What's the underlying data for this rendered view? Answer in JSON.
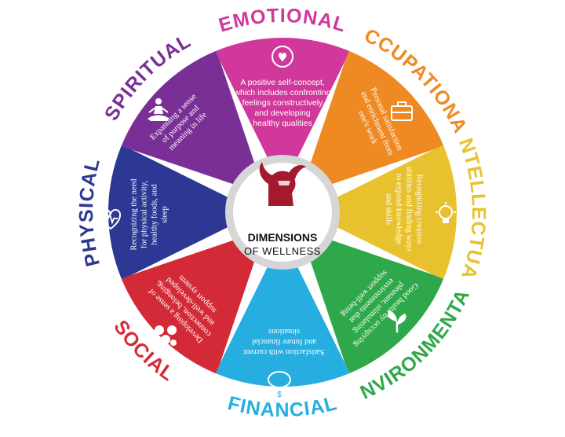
{
  "center": {
    "title": "DIMENSIONS",
    "subtitle": "OF WELLNESS",
    "logo_icon": "viking-helmet-logo"
  },
  "dimensions": [
    {
      "key": "emotional",
      "label": "EMOTIONAL",
      "color": "#d0399b",
      "icon": "head-heart-icon",
      "desc": [
        "A positive self-concept,",
        "which includes confronting",
        "feelings constructively",
        "and developing",
        "healthy qualities"
      ]
    },
    {
      "key": "occupational",
      "label": "OCCUPATIONAL",
      "color": "#ef8a22",
      "icon": "briefcase-icon",
      "desc": [
        "Personal satisfaction",
        "and enrichment from",
        "one's work"
      ]
    },
    {
      "key": "intellectual",
      "label": "INTELLECTUAL",
      "color": "#e8c22e",
      "icon": "lightbulb-icon",
      "desc": [
        "Recognizing creative",
        "abilities and finding ways",
        "to expand knowledge",
        "and skills"
      ]
    },
    {
      "key": "environmental",
      "label": "ENVIRONMENTAL",
      "color": "#2ea84a",
      "icon": "sprout-icon",
      "desc": [
        "Good health by occupying",
        "pleasant, stimulating",
        "environments that",
        "support well-being"
      ]
    },
    {
      "key": "financial",
      "label": "FINANCIAL",
      "color": "#27aee0",
      "icon": "piggy-bank-icon",
      "desc": [
        "Satisfaction with current",
        "and future financial",
        "situations"
      ]
    },
    {
      "key": "social",
      "label": "SOCIAL",
      "color": "#d42a37",
      "icon": "people-group-icon",
      "desc": [
        "Developing a sense of",
        "connection, belonging,",
        "and well-developed",
        "support system"
      ]
    },
    {
      "key": "physical",
      "label": "PHYSICAL",
      "color": "#2c3893",
      "icon": "heart-pulse-icon",
      "desc": [
        "Recognizing the need",
        "for physical activity,",
        "healthy foods, and",
        "sleep"
      ]
    },
    {
      "key": "spiritual",
      "label": "SPIRITUAL",
      "color": "#7a2f97",
      "icon": "meditation-icon",
      "desc": [
        "Expanding a sense",
        "of purpose and",
        "meaning in life"
      ]
    }
  ]
}
